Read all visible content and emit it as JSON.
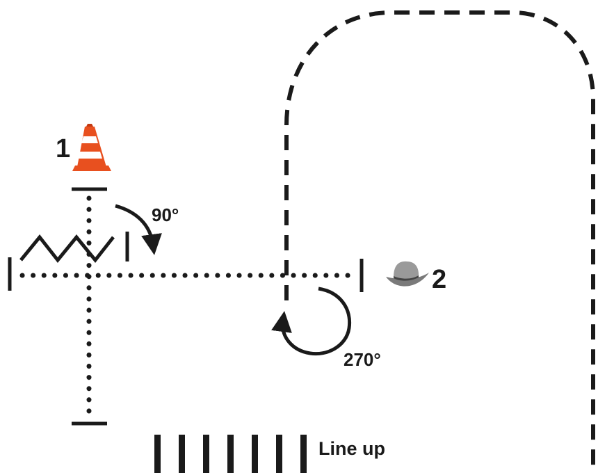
{
  "markers": {
    "cone_number": "1",
    "hat_number": "2"
  },
  "turns": {
    "quarter_turn": "90°",
    "three_quarter_turn": "270°"
  },
  "lineup": {
    "label": "Line up",
    "bar_count": 7
  },
  "icons": {
    "cone": "traffic-cone-icon",
    "hat": "cowboy-hat-icon"
  },
  "colors": {
    "ink": "#1a1a1a",
    "cone_orange": "#e8501f",
    "cone_white": "#ffffff",
    "hat_grey": "#8a8a8a"
  }
}
